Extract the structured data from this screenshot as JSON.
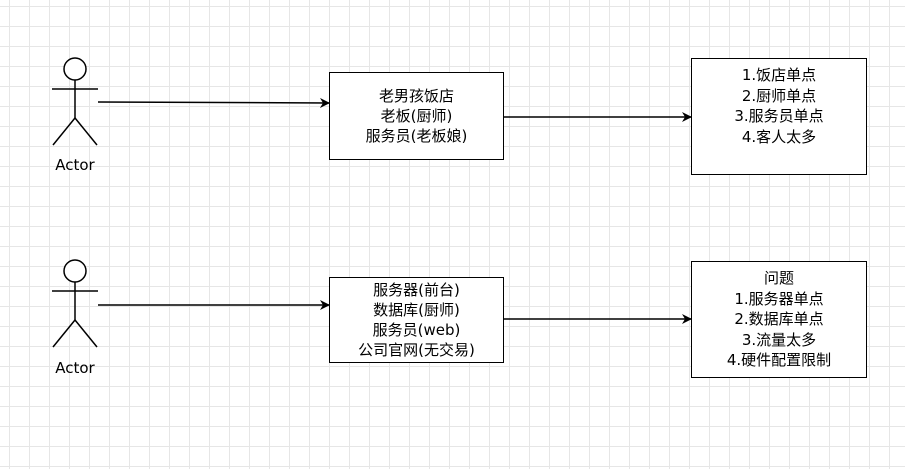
{
  "actors": [
    {
      "label": "Actor"
    },
    {
      "label": "Actor"
    }
  ],
  "row1": {
    "center_box": {
      "lines": [
        "老男孩饭店",
        "老板(厨师)",
        "服务员(老板娘)"
      ]
    },
    "right_box": {
      "lines": [
        "1.饭店单点",
        "2.厨师单点",
        "3.服务员单点",
        "4.客人太多"
      ]
    }
  },
  "row2": {
    "center_box": {
      "lines": [
        "服务器(前台)",
        "数据库(厨师)",
        "服务员(web)",
        "公司官网(无交易)"
      ]
    },
    "right_box": {
      "lines": [
        "问题",
        "1.服务器单点",
        "2.数据库单点",
        "3.流量太多",
        "4.硬件配置限制"
      ]
    }
  }
}
